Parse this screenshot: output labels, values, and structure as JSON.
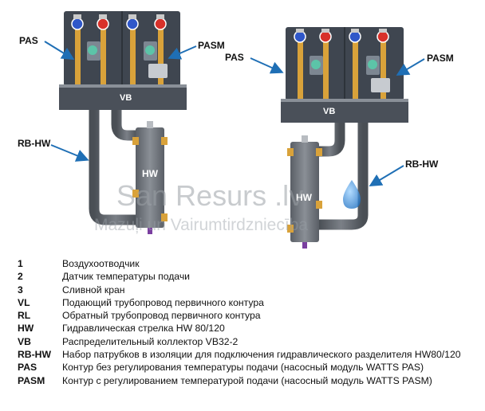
{
  "callouts": {
    "left_pas": "PAS",
    "left_pasm": "PASM",
    "left_rbhw": "RB-HW",
    "right_pas": "PAS",
    "right_pasm": "PASM",
    "right_rbhw": "RB-HW"
  },
  "part_labels": {
    "left_vb": "VB",
    "left_hw": "HW",
    "right_vb": "VB",
    "right_hw": "HW"
  },
  "watermark": {
    "line1": "San Resurs .lv",
    "line2": "Mazuļi un Vairumtirdzniecība"
  },
  "colors": {
    "pipe": "#5f6368",
    "cabinet": "#3f4650",
    "brass": "#d9a23a",
    "arrow": "#1f6fb5",
    "valve_red": "#d8312a",
    "valve_blue": "#2f57c9"
  },
  "legend": [
    {
      "code": "1",
      "desc": "Воздухоотводчик"
    },
    {
      "code": "2",
      "desc": "Датчик температуры подачи"
    },
    {
      "code": "3",
      "desc": "Сливной кран"
    },
    {
      "code": "VL",
      "desc": "Подающий трубопровод первичного контура"
    },
    {
      "code": "RL",
      "desc": "Обратный трубопровод первичного контура"
    },
    {
      "code": "HW",
      "desc": "Гидравлическая стрелка HW 80/120"
    },
    {
      "code": "VB",
      "desc": "Распределительный коллектор VB32-2"
    },
    {
      "code": "RB-HW",
      "desc": "Набор патрубков в изоляции для подключения гидравлического разделителя HW80/120"
    },
    {
      "code": "PAS",
      "desc": "Контур без регулирования температуры подачи (насосный модуль WATTS PAS)"
    },
    {
      "code": "PASM",
      "desc": "Контур с регулированием температурой подачи (насосный модуль WATTS PASM)"
    }
  ]
}
